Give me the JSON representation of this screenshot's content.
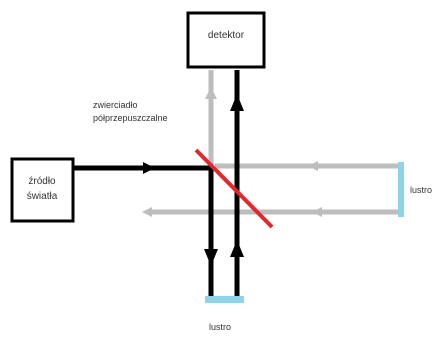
{
  "diagram": {
    "labels": {
      "detector": "detektor",
      "semi_mirror_line1": "zwierciadło",
      "semi_mirror_line2": "półprzepuszczalne",
      "source_line1": "źródło",
      "source_line2": "światła",
      "mirror_right": "lustro",
      "mirror_bottom": "lustro"
    },
    "colors": {
      "primary_beam": "#000000",
      "secondary_beam": "#bdbdbd",
      "beam_splitter": "#e2282f",
      "mirror": "#8fd3e6",
      "box_border": "#000000"
    }
  }
}
